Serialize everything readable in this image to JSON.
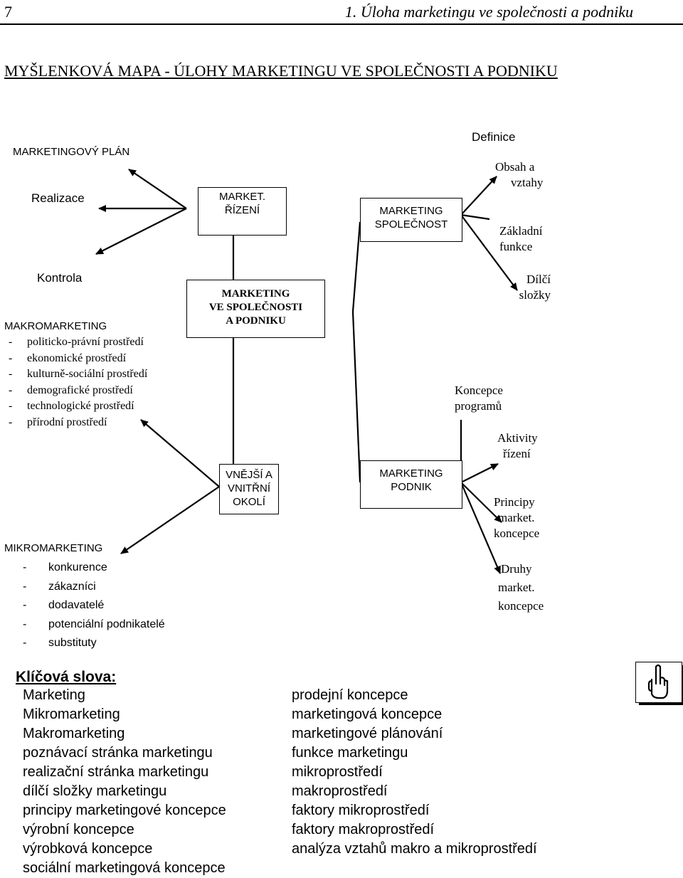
{
  "header": {
    "page_number": "7",
    "chapter_title": "1. Úloha marketingu ve společnosti a podniku"
  },
  "map_title": "MYŠLENKOVÁ MAPA - ÚLOHY MARKETINGU VE SPOLEČNOSTI A PODNIKU",
  "left": {
    "plan": "MARKETINGOVÝ  PLÁN",
    "realizace": "Realizace",
    "kontrola": "Kontrola",
    "makro_heading": "MAKROMARKETING",
    "makro_items": [
      "politicko-právní prostředí",
      "ekonomické prostředí",
      "kulturně-sociální prostředí",
      "demografické prostředí",
      "technologické prostředí",
      "přírodní prostředí"
    ],
    "mikro_heading": "MIKROMARKETING",
    "mikro_items": [
      "konkurence",
      "zákazníci",
      "dodavatelé",
      "potenciální podnikatelé",
      "substituty"
    ]
  },
  "boxes": {
    "market_rizeni": [
      "MARKET.",
      "ŘÍZENÍ"
    ],
    "center": [
      "MARKETING",
      "VE SPOLEČNOSTI",
      "A PODNIKU"
    ],
    "okoli": [
      "VNĚJŠÍ A",
      "VNITŘNÍ",
      "OKOLÍ"
    ],
    "spolecnost": [
      "MARKETING",
      "SPOLEČNOST"
    ],
    "podnik": [
      "MARKETING",
      "PODNIK"
    ]
  },
  "right": {
    "definice": "Definice",
    "obsah": [
      "Obsah a",
      "vztahy"
    ],
    "zakladni": [
      "Základní",
      "funkce"
    ],
    "dilci": [
      "Dílčí",
      "složky"
    ],
    "koncepce_programu": [
      "Koncepce",
      "programů"
    ],
    "aktivity": [
      "Aktivity",
      "řízení"
    ],
    "principy": [
      "Principy",
      "market.",
      "koncepce"
    ],
    "druhy": [
      "Druhy",
      "market.",
      "koncepce"
    ]
  },
  "keywords": {
    "title": "Klíčová slova:",
    "col1": [
      "Marketing",
      "Mikromarketing",
      "Makromarketing",
      "poznávací stránka marketingu",
      "realizační stránka marketingu",
      "dílčí složky marketingu",
      "principy marketingové koncepce",
      "výrobní koncepce",
      "výrobková koncepce",
      "sociální marketingová koncepce"
    ],
    "col2": [
      "prodejní koncepce",
      "marketingová koncepce",
      "marketingové plánování",
      "funkce marketingu",
      "mikroprostředí",
      "makroprostředí",
      "faktory mikroprostředí",
      "faktory makroprostředí",
      "analýza vztahů makro a mikroprostředí"
    ]
  },
  "icons": {
    "margin_icon": "pointing-hand-icon"
  }
}
